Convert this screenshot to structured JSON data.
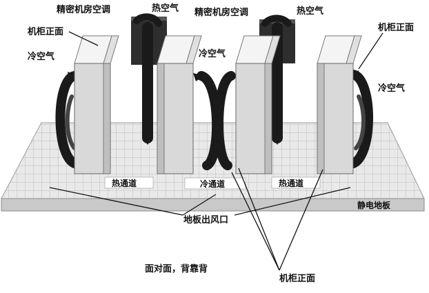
{
  "diagram": {
    "labels": {
      "crac_left": "精密机房空调",
      "hot_air_left": "热空气",
      "crac_right": "精密机房空调",
      "hot_air_right": "热空气",
      "cabinet_front_left": "机柜正面",
      "cabinet_front_right": "机柜正面",
      "cold_air_left": "冷空气",
      "cold_air_center": "冷空气",
      "cold_air_right": "冷空气",
      "hot_aisle_left": "热通道",
      "cold_aisle": "冷通道",
      "hot_aisle_right": "热通道",
      "raised_floor": "静电地板",
      "floor_vent": "地板出风口",
      "cabinet_front_bottom": "机柜正面",
      "layout_caption": "面对面，背靠背"
    },
    "colors": {
      "cabinet_top": "#f2f2f2",
      "cabinet_side": "#d6d6d6",
      "crac_unit": "#2e2e2e",
      "airflow": "#1a1a1a",
      "floor_grid": "#cfcfcf",
      "floor_base": "#c9c9c9"
    }
  }
}
